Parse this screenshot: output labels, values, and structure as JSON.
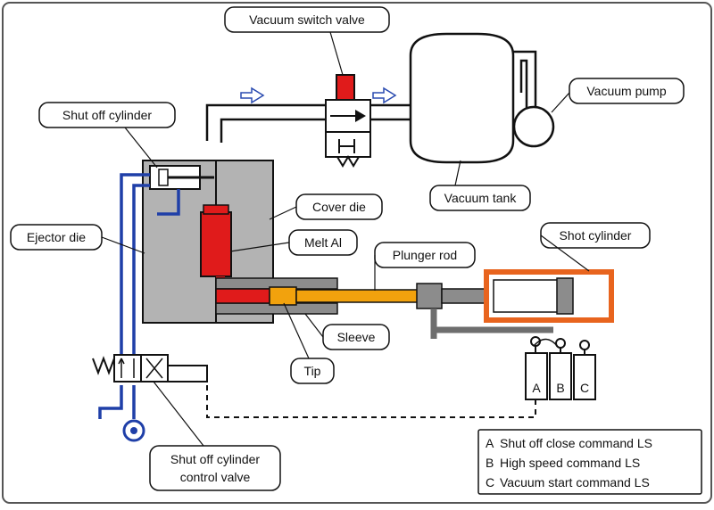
{
  "labels": {
    "vacuum_switch_valve": "Vacuum switch valve",
    "vacuum_pump": "Vacuum pump",
    "vacuum_tank": "Vacuum tank",
    "shut_off_cylinder": "Shut off cylinder",
    "cover_die": "Cover die",
    "ejector_die": "Ejector die",
    "melt_al": "Melt Al",
    "plunger_rod": "Plunger rod",
    "shot_cylinder": "Shot cylinder",
    "sleeve": "Sleeve",
    "tip": "Tip",
    "control_valve_line1": "Shut off cylinder",
    "control_valve_line2": "control valve"
  },
  "limit_switches": [
    "A",
    "B",
    "C"
  ],
  "legend": [
    {
      "key": "A",
      "text": "Shut off close command LS"
    },
    {
      "key": "B",
      "text": "High speed command LS"
    },
    {
      "key": "C",
      "text": "Vacuum start command LS"
    }
  ],
  "colors": {
    "die_gray": "#b3b3b3",
    "melt_red": "#e01b1b",
    "plunger_orange": "#f2a20d",
    "shot_cylinder_orange": "#e8641e",
    "hydraulic_blue": "#1f3fa8",
    "line_black": "#111111"
  }
}
